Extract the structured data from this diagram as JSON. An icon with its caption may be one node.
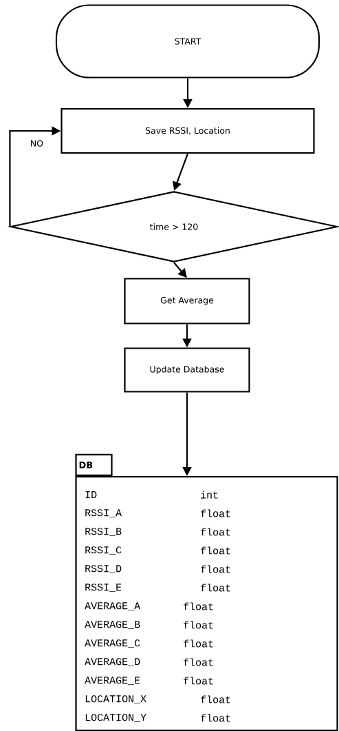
{
  "diagram": {
    "nodes": [
      {
        "text": [
          "START"
        ]
      },
      {
        "text": [
          "Save RSSI, Location"
        ]
      },
      {
        "text": [
          "time > 120"
        ]
      },
      {
        "text": [
          "Get Average"
        ]
      },
      {
        "text": [
          "Update Database"
        ]
      },
      {
        "text": [
          "DB"
        ]
      }
    ],
    "edges": [
      {
        "from": 0,
        "to": 1,
        "arrow": "to"
      },
      {
        "from": 1,
        "to": 2,
        "arrow": "to"
      },
      {
        "from": 2,
        "to": 1,
        "arrow": "to",
        "label": "NO"
      },
      {
        "from": 2,
        "to": 3,
        "arrow": "to"
      },
      {
        "from": 3,
        "to": 4,
        "arrow": "to"
      },
      {
        "from": 4,
        "to": 5,
        "arrow": "to"
      }
    ],
    "labels": [
      "ID",
      "int",
      "RSSI_A",
      "float",
      "RSSI_B",
      "float",
      "RSSI_C",
      "float",
      "RSSI_D",
      "float",
      "RSSI_E",
      "float",
      "AVERAGE_A",
      "float",
      "AVERAGE_B",
      "float",
      "AVERAGE_C",
      "float",
      "AVERAGE_D",
      "float",
      "AVERAGE_E",
      "float",
      "LOCATION_X",
      "float",
      "LOCATION_Y",
      "float"
    ]
  }
}
